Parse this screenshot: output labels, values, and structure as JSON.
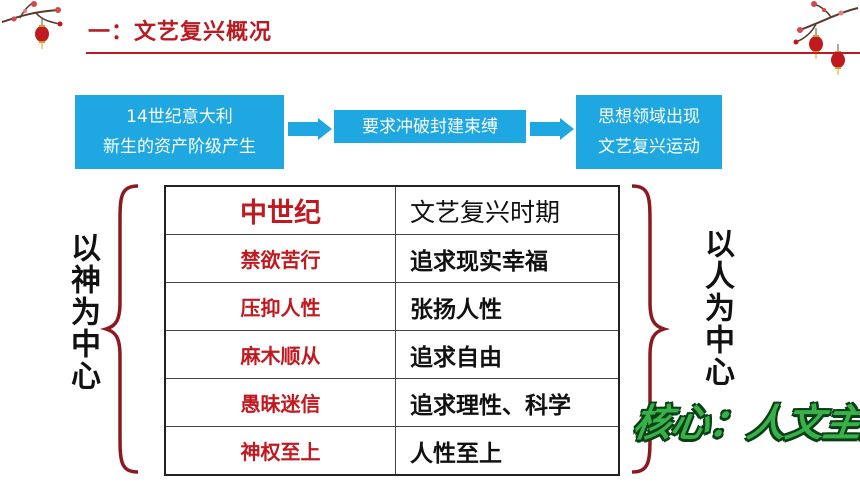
{
  "header": {
    "title": "一：文艺复兴概况"
  },
  "flow": {
    "box1": {
      "line1": "14世纪意大利",
      "line2": "新生的资产阶级产生"
    },
    "box2": {
      "line1": "要求冲破封建束缚"
    },
    "box3": {
      "line1": "思想领域出现",
      "line2": "文艺复兴运动"
    }
  },
  "table": {
    "headers": [
      "中世纪",
      "文艺复兴时期"
    ],
    "rows": [
      [
        "禁欲苦行",
        "追求现实幸福"
      ],
      [
        "压抑人性",
        "张扬人性"
      ],
      [
        "麻木顺从",
        "追求自由"
      ],
      [
        "愚昧迷信",
        "追求理性、科学"
      ],
      [
        "神权至上",
        "人性至上"
      ]
    ]
  },
  "side": {
    "left": "以神为中心",
    "right": "以人为中心"
  },
  "core": "核心：人文主义",
  "colors": {
    "accent_red": "#b81c22",
    "flow_blue": "#1ea7e0",
    "core_green": "#38b14a"
  },
  "icons": [
    "plum-blossom-icon",
    "lantern-icon",
    "arrow-right-icon",
    "curly-brace-icon"
  ]
}
